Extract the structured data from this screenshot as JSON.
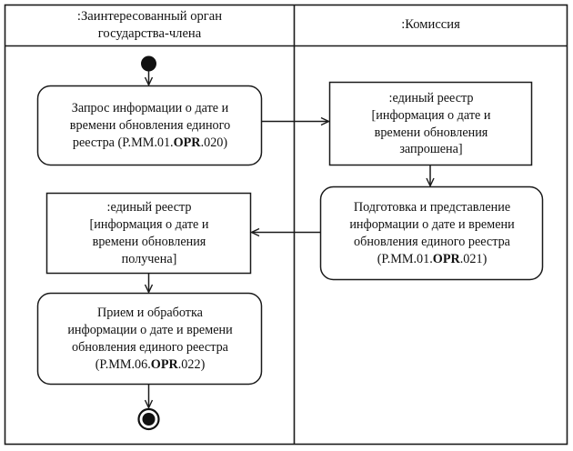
{
  "diagram": {
    "title": "UML activity diagram with swimlanes",
    "stroke_color": "#1a1a1a",
    "text_color": "#111111",
    "background": "#ffffff"
  },
  "lanes": [
    {
      "id": "lane-member-state-body",
      "title": ":Заинтересованный орган государства-члена",
      "title_line1": ":Заинтересованный орган",
      "title_line2": "государства-члена"
    },
    {
      "id": "lane-commission",
      "title": ":Комиссия",
      "title_line1": ":Комиссия",
      "title_line2": ""
    }
  ],
  "nodes": {
    "initial": {
      "name": "initial-node",
      "shape": "filled-circle"
    },
    "final": {
      "name": "final-node",
      "shape": "bullseye-circle"
    },
    "activity_request": {
      "line1": "Запрос информации о дате и",
      "line2": "времени обновления единого",
      "line3_prefix": "реестра (P.MM.01.",
      "line3_bold": "OPR",
      "line3_suffix": ".020)",
      "code": "P.MM.01.OPR.020"
    },
    "object_requested": {
      "line1": ":единый реестр",
      "line2": "[информация о дате и",
      "line3": "времени обновления",
      "line4": "запрошена]"
    },
    "activity_prepare": {
      "line1": "Подготовка и представление",
      "line2": "информации о дате и времени",
      "line3": "обновления единого реестра",
      "line4_prefix": "(P.MM.01.",
      "line4_bold": "OPR",
      "line4_suffix": ".021)",
      "code": "P.MM.01.OPR.021"
    },
    "object_received": {
      "line1": ":единый реестр",
      "line2": "[информация о дате и",
      "line3": "времени обновления",
      "line4": "получена]"
    },
    "activity_process": {
      "line1": "Прием и обработка",
      "line2": "информации о дате и времени",
      "line3": "обновления единого реестра",
      "line4_prefix": "(P.MM.06.",
      "line4_bold": "OPR",
      "line4_suffix": ".022)",
      "code": "P.MM.06.OPR.022"
    }
  },
  "flows": [
    {
      "name": "flow-initial-to-request",
      "from": "initial-node",
      "to": "activity-request"
    },
    {
      "name": "flow-request-to-object-requested",
      "from": "activity-request",
      "to": "object-requested"
    },
    {
      "name": "flow-object-requested-to-prepare",
      "from": "object-requested",
      "to": "activity-prepare"
    },
    {
      "name": "flow-prepare-to-object-received",
      "from": "activity-prepare",
      "to": "object-received"
    },
    {
      "name": "flow-object-received-to-process",
      "from": "object-received",
      "to": "activity-process"
    },
    {
      "name": "flow-process-to-final",
      "from": "activity-process",
      "to": "final-node"
    }
  ]
}
